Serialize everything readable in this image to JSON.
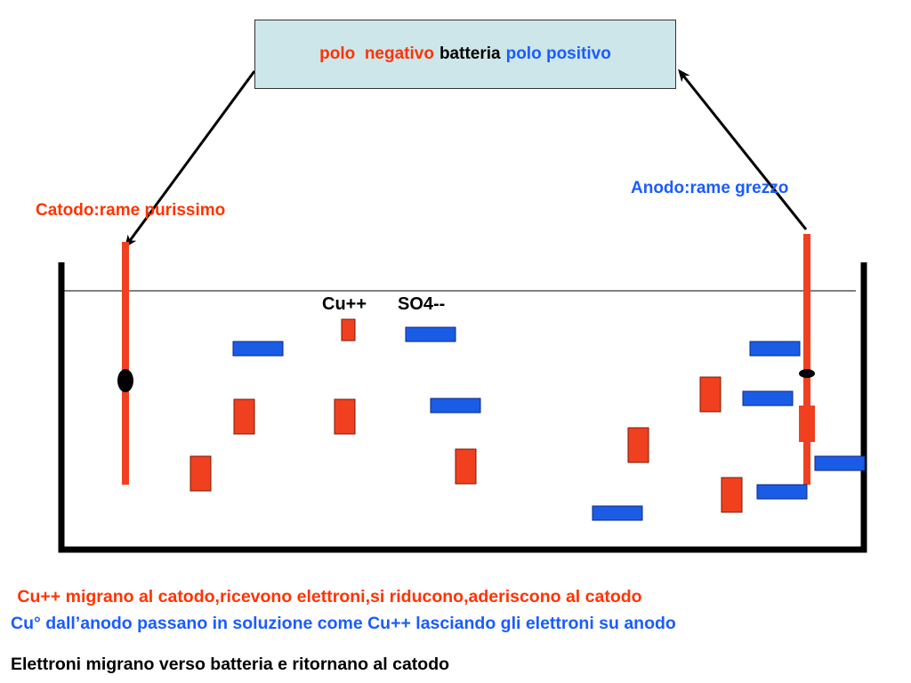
{
  "battery": {
    "negative_label": "polo  negativo",
    "middle_label": "batteria",
    "positive_label": "polo positivo"
  },
  "labels": {
    "cathode": "Catodo:rame purissimo",
    "anode": "Anodo:rame grezzo",
    "cation": "Cu++",
    "anion": "SO4--"
  },
  "captions": {
    "line1": " Cu++ migrano al catodo,ricevono elettroni,si riducono,aderiscono al catodo",
    "line2": "Cu° dall’anodo passano in soluzione come Cu++ lasciando gli elettroni su anodo",
    "line3": "Elettroni migrano verso batteria e ritornano al catodo"
  },
  "colors": {
    "negative": "#ff3300",
    "positive": "#1a5cff",
    "electrode": "#f04020",
    "cation_fill": "#f04020",
    "anion_fill": "#1a5ce6",
    "box_fill": "#cde6ea",
    "text_dark": "#000000"
  }
}
